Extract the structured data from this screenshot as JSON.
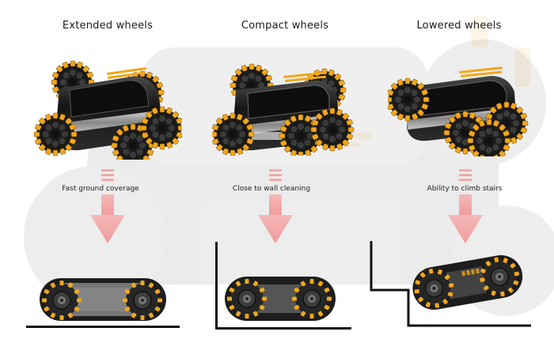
{
  "columns": [
    {
      "title": "Extended wheels",
      "caption": "Fast ground coverage"
    },
    {
      "title": "Compact wheels",
      "caption": "Close to wall cleaning"
    },
    {
      "title": "Lowered wheels",
      "caption": "Ability to climb stairs"
    }
  ],
  "colors": {
    "accent": "#f2a71b",
    "body_dark": "#1c1c1c",
    "arrow": "#f2a5a5",
    "ground_line": "#111111"
  }
}
